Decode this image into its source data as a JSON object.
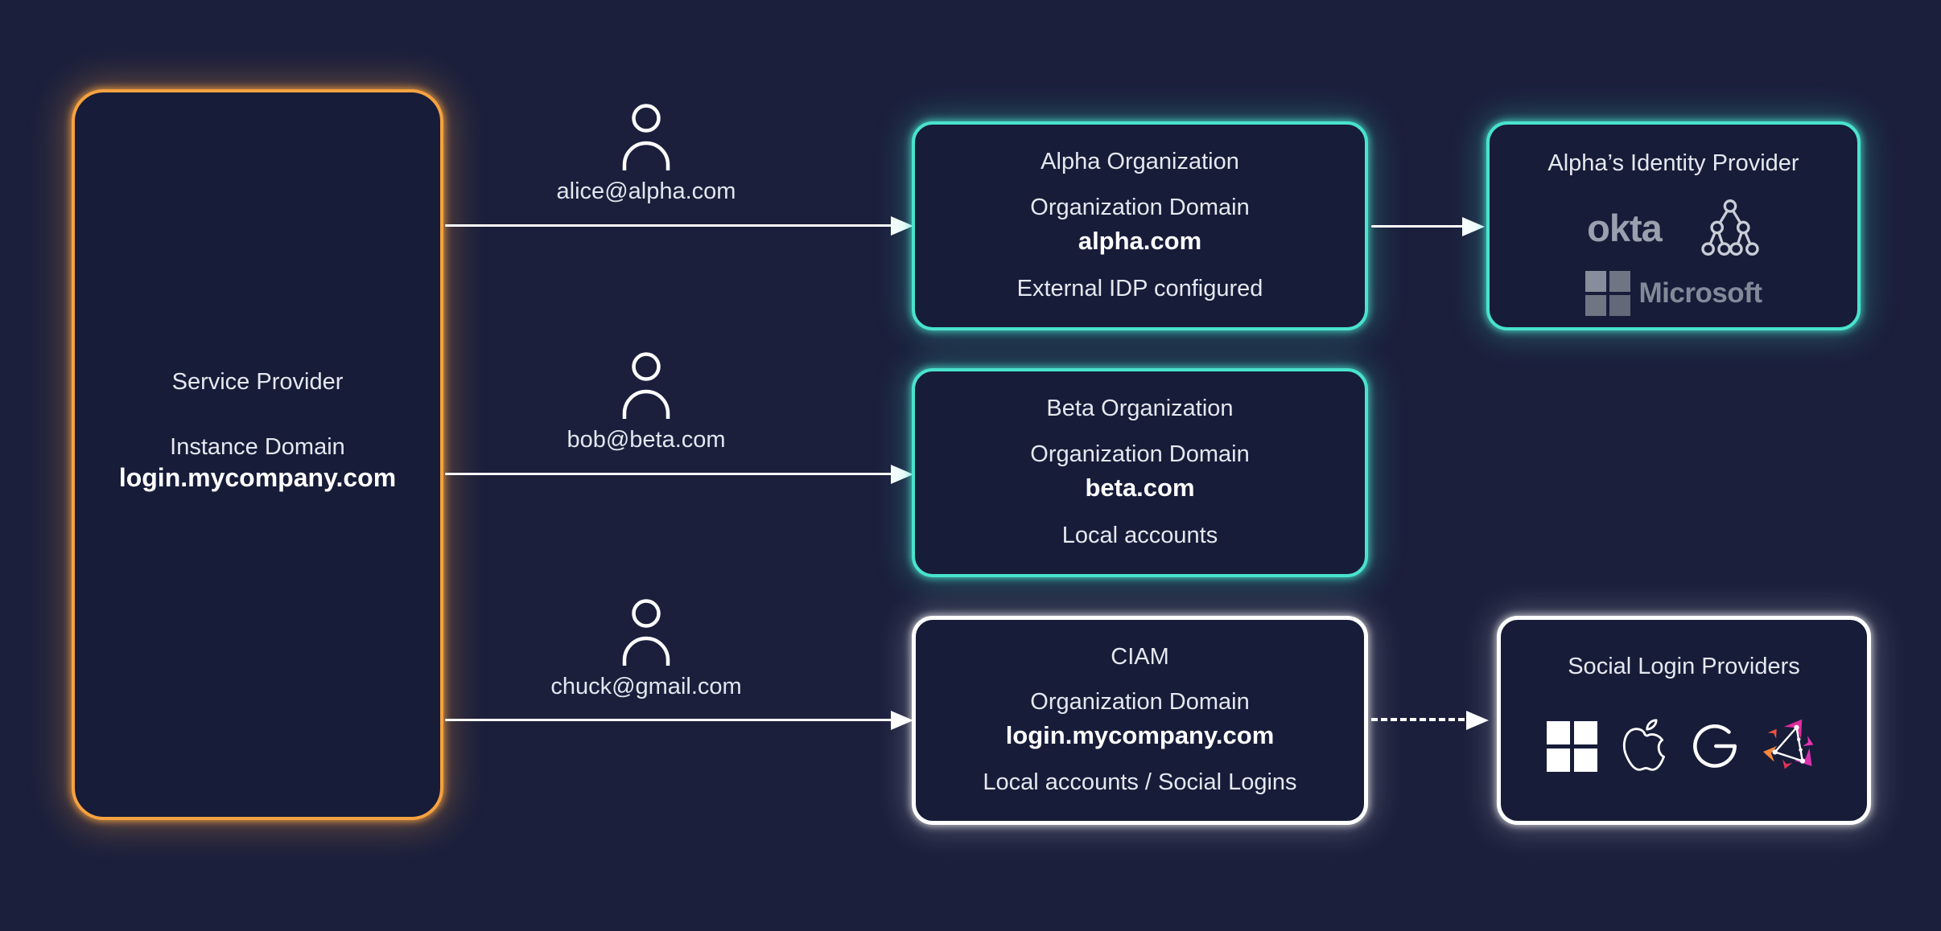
{
  "colors": {
    "background": "#1b1f3c",
    "box_fill": "#171c39",
    "accent_orange": "#f7a240",
    "accent_teal": "#49e3cc",
    "accent_white": "#ffffff",
    "text_light": "#e5e8ef",
    "logo_gray": "#9aa0ae",
    "zitadel_magenta": "#e12c9c",
    "zitadel_orange": "#f5883b"
  },
  "service_provider": {
    "title": "Service Provider",
    "domain_label": "Instance Domain",
    "domain": "login.mycompany.com"
  },
  "users": [
    {
      "email": "alice@alpha.com"
    },
    {
      "email": "bob@beta.com"
    },
    {
      "email": "chuck@gmail.com"
    }
  ],
  "orgs": [
    {
      "title": "Alpha Organization",
      "domain_label": "Organization Domain",
      "domain": "alpha.com",
      "note": "External IDP configured"
    },
    {
      "title": "Beta Organization",
      "domain_label": "Organization Domain",
      "domain": "beta.com",
      "note": "Local accounts"
    },
    {
      "title": "CIAM",
      "domain_label": "Organization Domain",
      "domain": "login.mycompany.com",
      "note": "Local accounts / Social Logins"
    }
  ],
  "idp": {
    "title": "Alpha’s Identity Provider",
    "okta_label": "okta",
    "microsoft_label": "Microsoft"
  },
  "social": {
    "title": "Social Login Providers"
  },
  "icons": {
    "user": "user-icon",
    "okta": "okta-logo",
    "directory_tree": "ldap-tree-icon",
    "microsoft": "microsoft-logo",
    "apple": "apple-icon",
    "google": "google-icon",
    "zitadel": "zitadel-icon"
  }
}
